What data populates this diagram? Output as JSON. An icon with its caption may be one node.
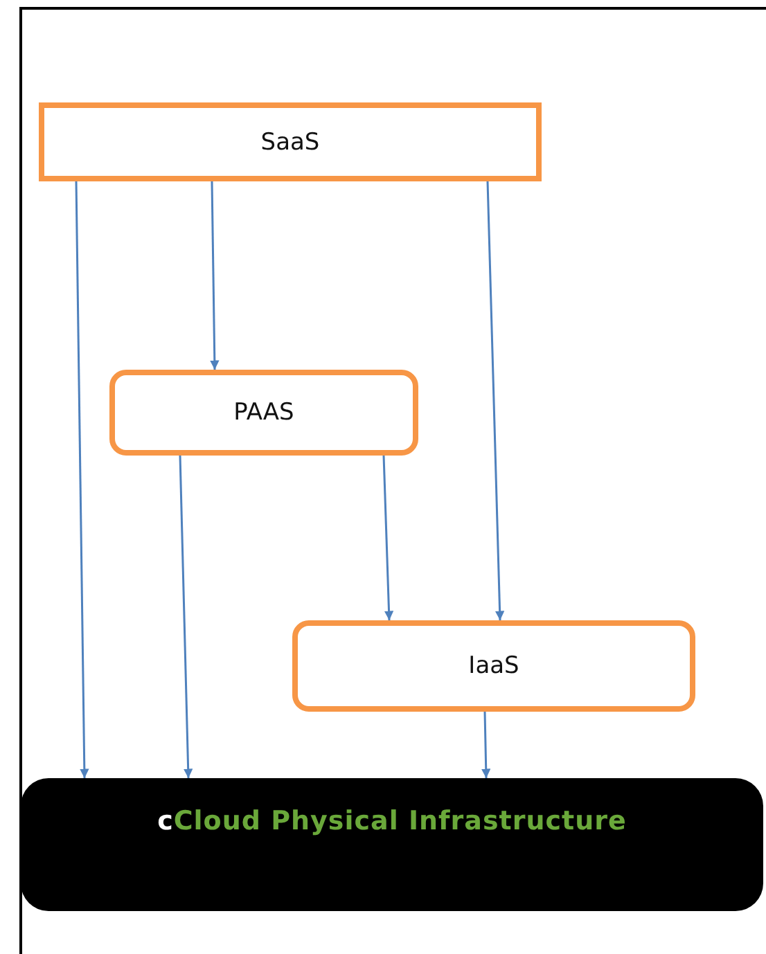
{
  "diagram": {
    "nodes": [
      {
        "text": [
          "SaaS"
        ]
      },
      {
        "text": [
          "PAAS"
        ]
      },
      {
        "text": [
          "IaaS"
        ]
      },
      {
        "text": [
          "cCloud Physical Infrastructure"
        ]
      }
    ],
    "edges": [
      {
        "from": 0,
        "to": 3,
        "arrow": "to"
      },
      {
        "from": 0,
        "to": 1,
        "arrow": "to"
      },
      {
        "from": 0,
        "to": 2,
        "arrow": "to"
      },
      {
        "from": 1,
        "to": 3,
        "arrow": "to"
      },
      {
        "from": 1,
        "to": 2,
        "arrow": "to"
      },
      {
        "from": 2,
        "to": 3,
        "arrow": "to"
      }
    ]
  }
}
